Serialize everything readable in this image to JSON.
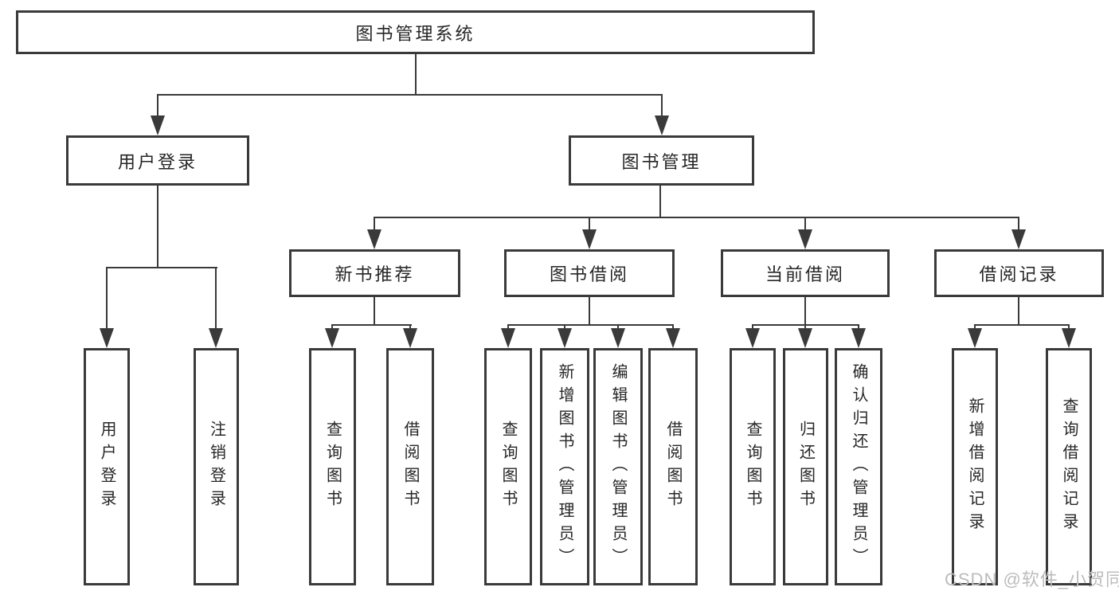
{
  "colors": {
    "line": "#3a3a3a",
    "text": "#262626",
    "background": "#ffffff",
    "watermark": "#bcbcbc"
  },
  "nodes": {
    "root": "图书管理系统",
    "user_login": "用户登录",
    "book_mgmt": "图书管理",
    "l3": [
      "新书推荐",
      "图书借阅",
      "当前借阅",
      "借阅记录"
    ]
  },
  "leaves": {
    "user_login_children": [
      "用户登录",
      "注销登录"
    ],
    "new_book_children": [
      "查询图书",
      "借阅图书"
    ],
    "borrow_children": [
      "查询图书",
      "新增图书（管理员）",
      "编辑图书（管理员）",
      "借阅图书"
    ],
    "current_children": [
      "查询图书",
      "归还图书",
      "确认归还（管理员）"
    ],
    "record_children": [
      "新增借阅记录",
      "查询借阅记录"
    ]
  },
  "watermark": "CSDN @软件_小贺同学"
}
